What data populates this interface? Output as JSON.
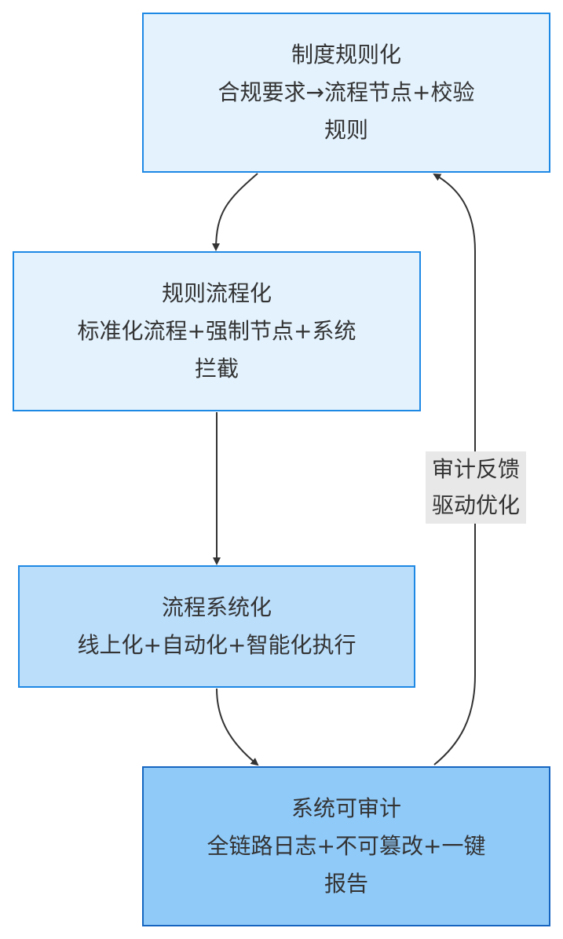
{
  "nodes": [
    {
      "id": "n1",
      "lines": [
        "制度规则化",
        "合规要求→流程节点+校验",
        "规则"
      ],
      "color": "#e3f2fd"
    },
    {
      "id": "n2",
      "lines": [
        "规则流程化",
        "标准化流程+强制节点+系统",
        "拦截"
      ],
      "color": "#e3f2fd"
    },
    {
      "id": "n3",
      "lines": [
        "流程系统化",
        "线上化+自动化+智能化执行"
      ],
      "color": "#bbdefb"
    },
    {
      "id": "n4",
      "lines": [
        "系统可审计",
        "全链路日志+不可篡改+一键",
        "报告"
      ],
      "color": "#90caf9"
    }
  ],
  "feedback_edge_label": [
    "审计反馈",
    "驱动优化"
  ],
  "colors": {
    "border": "#1e88e5",
    "border_dark": "#1565c0",
    "edge": "#333333",
    "label_bg": "#e8e8e8"
  }
}
